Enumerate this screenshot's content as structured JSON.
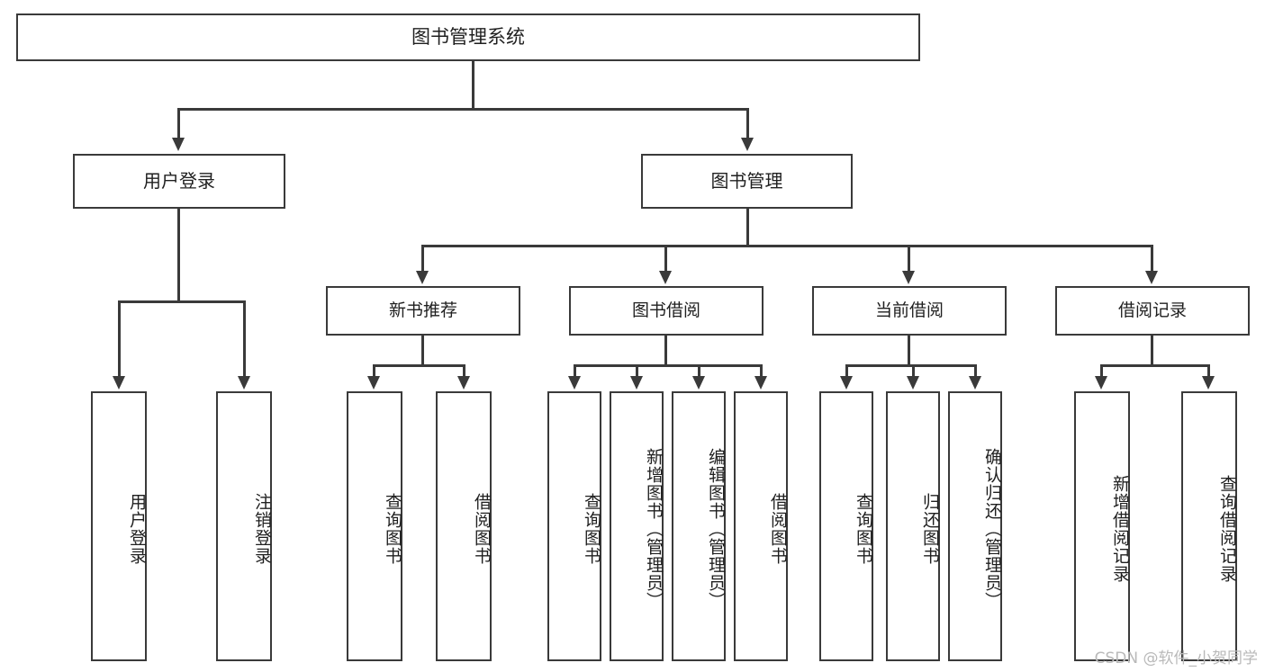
{
  "diagram": {
    "title": "图书管理系统",
    "root": {
      "label": "图书管理系统"
    },
    "level2": [
      {
        "label": "用户登录"
      },
      {
        "label": "图书管理"
      }
    ],
    "level3": [
      {
        "label": "新书推荐"
      },
      {
        "label": "图书借阅"
      },
      {
        "label": "当前借阅"
      },
      {
        "label": "借阅记录"
      }
    ],
    "leaves": {
      "user_login": [
        {
          "label": "用户登录"
        },
        {
          "label": "注销登录"
        }
      ],
      "new_book_recommend": [
        {
          "label": "查询图书"
        },
        {
          "label": "借阅图书"
        }
      ],
      "book_borrow": [
        {
          "label": "查询图书"
        },
        {
          "label": "新增图书（管理员）"
        },
        {
          "label": "编辑图书（管理员）"
        },
        {
          "label": "借阅图书"
        }
      ],
      "current_borrow": [
        {
          "label": "查询图书"
        },
        {
          "label": "归还图书"
        },
        {
          "label": "确认归还（管理员）"
        }
      ],
      "borrow_record": [
        {
          "label": "新增借阅记录"
        },
        {
          "label": "查询借阅记录"
        }
      ]
    }
  },
  "watermark": {
    "text": "CSDN @软件_小贺同学"
  },
  "colors": {
    "stroke": "#3a3a3a",
    "background": "#ffffff",
    "text": "#1f1f1f",
    "watermark": "#b9b9b9"
  }
}
